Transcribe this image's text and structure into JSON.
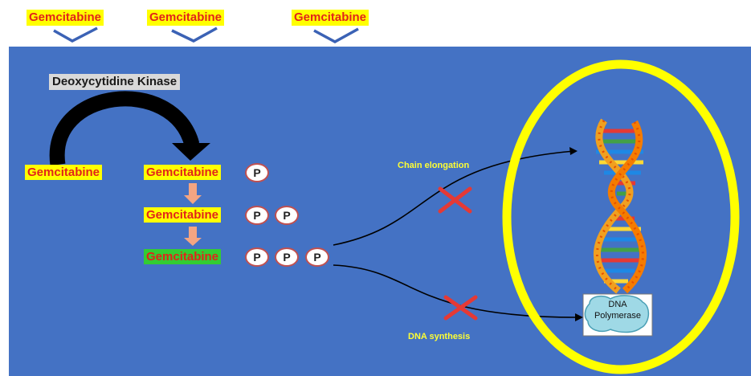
{
  "top_labels": [
    "Gemcitabine",
    "Gemcitabine",
    "Gemcitabine"
  ],
  "enzyme": "Deoxycytidine Kinase",
  "drug": "Gemcitabine",
  "mono": "Gemcitabine",
  "di": "Gemcitabine",
  "tri": "Gemcitabine",
  "phosphate": "P",
  "chain_elongation": "Chain elongation",
  "dna_synthesis": "DNA synthesis",
  "polymerase_line1": "DNA",
  "polymerase_line2": "Polymerase",
  "colors": {
    "background": "#4472c4",
    "label_bg": "#ffff00",
    "label_text": "#e2231a",
    "tri_label_bg": "#33cc33",
    "ring": "#ffff00",
    "block_x": "#e53935"
  }
}
